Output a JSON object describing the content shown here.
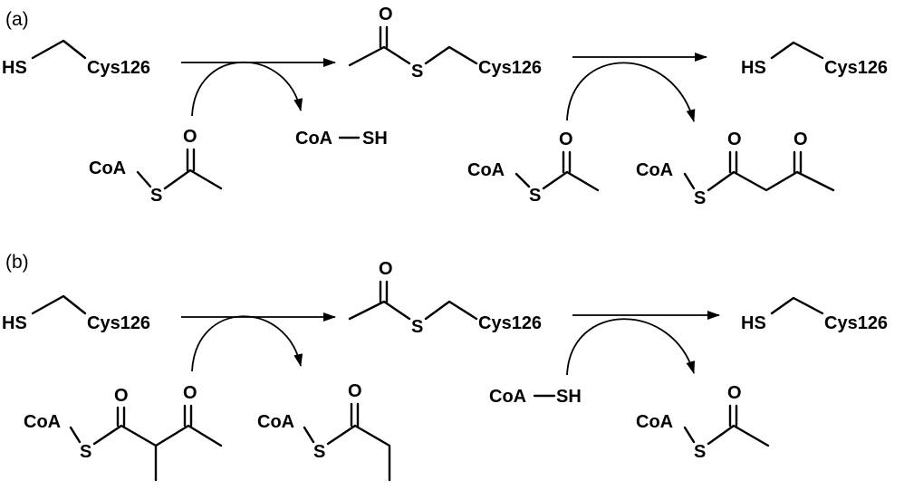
{
  "panel_a": {
    "label": "(a)",
    "reactant_1": {
      "sh": "HS",
      "residue": "Cys126"
    },
    "cosubstrate_1": {
      "coa": "CoA",
      "s": "S",
      "o": "O"
    },
    "released_1": {
      "coa": "CoA",
      "sh": "SH"
    },
    "intermediate": {
      "o": "O",
      "s": "S",
      "residue": "Cys126"
    },
    "cosubstrate_2": {
      "coa": "CoA",
      "s": "S",
      "o": "O"
    },
    "product_enzyme": {
      "sh": "HS",
      "residue": "Cys126"
    },
    "product_thioester": {
      "coa": "CoA",
      "s": "S",
      "o1": "O",
      "o2": "O"
    }
  },
  "panel_b": {
    "label": "(b)",
    "reactant_1": {
      "sh": "HS",
      "residue": "Cys126"
    },
    "substrate": {
      "coa": "CoA",
      "s": "S",
      "o1": "O",
      "o2": "O"
    },
    "released_thioester": {
      "coa": "CoA",
      "s": "S",
      "o": "O"
    },
    "intermediate": {
      "o": "O",
      "s": "S",
      "residue": "Cys126"
    },
    "cosubstrate_2": {
      "coa": "CoA",
      "sh": "SH"
    },
    "product_enzyme": {
      "sh": "HS",
      "residue": "Cys126"
    },
    "product_thioester": {
      "coa": "CoA",
      "s": "S",
      "o": "O"
    }
  }
}
